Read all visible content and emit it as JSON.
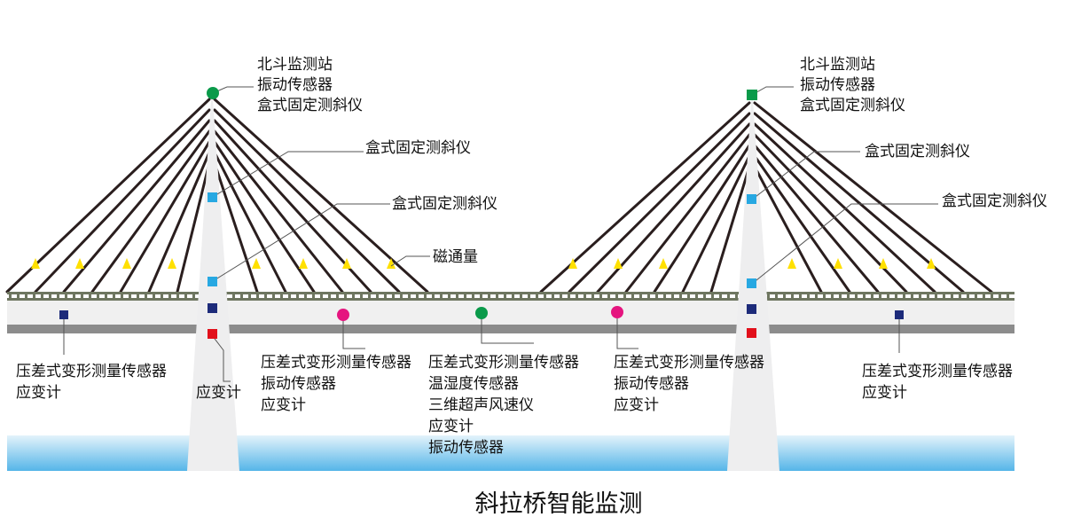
{
  "caption": "斜拉桥智能监测",
  "colors": {
    "water_top": "#e3f3fb",
    "water_bottom": "#55b5e8",
    "tower": "#eeeeef",
    "deck": "#f0f0f0",
    "deck_shadow": "#8c8c8c",
    "rail": "#6e7660",
    "cable": "#2a1e1e",
    "leader": "#555555",
    "triangle": "#ffe000",
    "blue_sq": "#27a8e2",
    "navy_sq": "#1d2b7a",
    "red_sq": "#e2101b",
    "green": "#0a9a4a",
    "magenta": "#e5157f"
  },
  "left_tower": {
    "top_lines": [
      "北斗监测站",
      "振动传感器",
      "盒式固定测斜仪"
    ],
    "mid1": "盒式固定测斜仪",
    "mid2": "盒式固定测斜仪",
    "magnetic": "磁通量",
    "base": "应变计"
  },
  "right_tower": {
    "top_lines": [
      "北斗监测站",
      "振动传感器",
      "盒式固定测斜仪"
    ],
    "mid1": "盒式固定测斜仪",
    "mid2": "盒式固定测斜仪"
  },
  "deck_labels": {
    "far_left": [
      "压差式变形测量传感器",
      "应变计"
    ],
    "left_mid": [
      "压差式变形测量传感器",
      "振动传感器",
      "应变计"
    ],
    "center": [
      "压差式变形测量传感器",
      "温湿度传感器",
      "三维超声风速仪",
      "应变计",
      "振动传感器"
    ],
    "right_mid": [
      "压差式变形测量传感器",
      "振动传感器",
      "应变计"
    ],
    "far_right": [
      "压差式变形测量传感器",
      "应变计"
    ]
  }
}
